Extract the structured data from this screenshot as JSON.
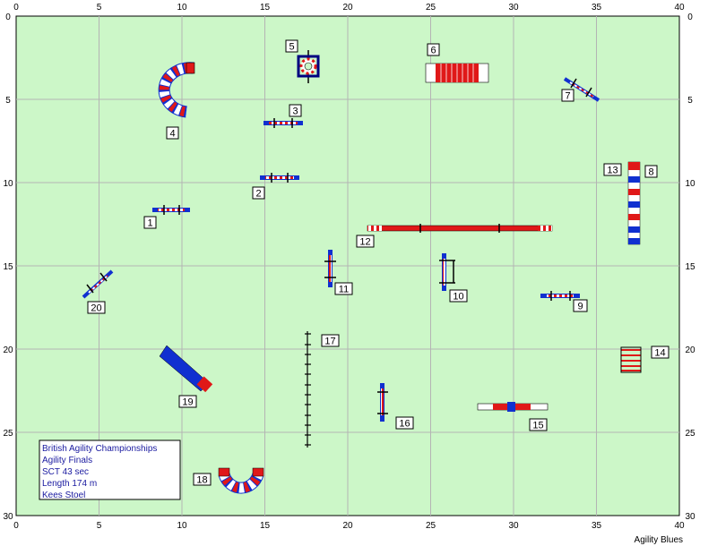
{
  "axes": {
    "x_ticks": [
      "0",
      "5",
      "10",
      "15",
      "20",
      "25",
      "30",
      "35",
      "40"
    ],
    "y_ticks": [
      "0",
      "5",
      "10",
      "15",
      "20",
      "25",
      "30"
    ]
  },
  "colors": {
    "field": "#ccf7c8",
    "grid": "#b4b4b4",
    "blue": "#1030d0",
    "red": "#e01818",
    "navy": "#000080"
  },
  "obstacles": [
    {
      "number": "1",
      "type": "hurdle"
    },
    {
      "number": "2",
      "type": "hurdle"
    },
    {
      "number": "3",
      "type": "hurdle"
    },
    {
      "number": "4",
      "type": "tunnel"
    },
    {
      "number": "5",
      "type": "tyre"
    },
    {
      "number": "6",
      "type": "tunnel"
    },
    {
      "number": "7",
      "type": "hurdle"
    },
    {
      "number": "8",
      "type": "tunnel"
    },
    {
      "number": "9",
      "type": "hurdle"
    },
    {
      "number": "10",
      "type": "hurdle"
    },
    {
      "number": "11",
      "type": "hurdle"
    },
    {
      "number": "12",
      "type": "dog-walk"
    },
    {
      "number": "13",
      "type": "tunnel"
    },
    {
      "number": "14",
      "type": "long-jump"
    },
    {
      "number": "15",
      "type": "see-saw"
    },
    {
      "number": "16",
      "type": "hurdle"
    },
    {
      "number": "17",
      "type": "weave-poles"
    },
    {
      "number": "18",
      "type": "tunnel"
    },
    {
      "number": "19",
      "type": "collapsed-tunnel"
    },
    {
      "number": "20",
      "type": "hurdle"
    }
  ],
  "info": {
    "line1": "British Agility Championships",
    "line2": "Agility Finals",
    "line3": "SCT 43 sec",
    "line4": "Length 174 m",
    "line5": "Kees Stoel"
  },
  "footer": "Agility Blues"
}
